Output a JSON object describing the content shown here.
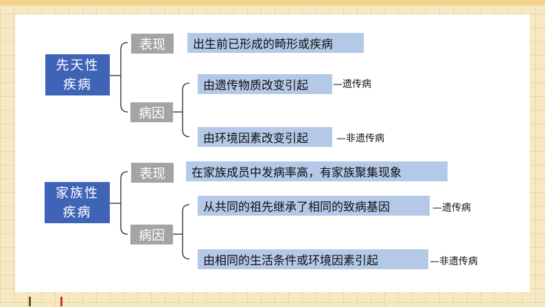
{
  "section1": {
    "topic": "先天性疾病",
    "manifestation": {
      "label": "表现",
      "text": "出生前已形成的畸形或疾病"
    },
    "cause": {
      "label": "病因",
      "items": [
        {
          "text": "由遗传物质改变引起",
          "result": "—遗传病"
        },
        {
          "text": "由环境因素改变引起",
          "result": "—非遗传病"
        }
      ]
    }
  },
  "section2": {
    "topic": "家族性疾病",
    "manifestation": {
      "label": "表现",
      "text": "在家族成员中发病率高，有家族聚集现象"
    },
    "cause": {
      "label": "病因",
      "items": [
        {
          "text": "从共同的祖先继承了相同的致病基因",
          "result": "—遗传病"
        },
        {
          "text": "由相同的生活条件或环境因素引起",
          "result": "—非遗传病"
        }
      ]
    }
  },
  "colors": {
    "topic_box": "#3f64b7",
    "label_box": "#a4a4a4",
    "content_box": "#b4c8e8",
    "background": "#f7e8c4"
  }
}
